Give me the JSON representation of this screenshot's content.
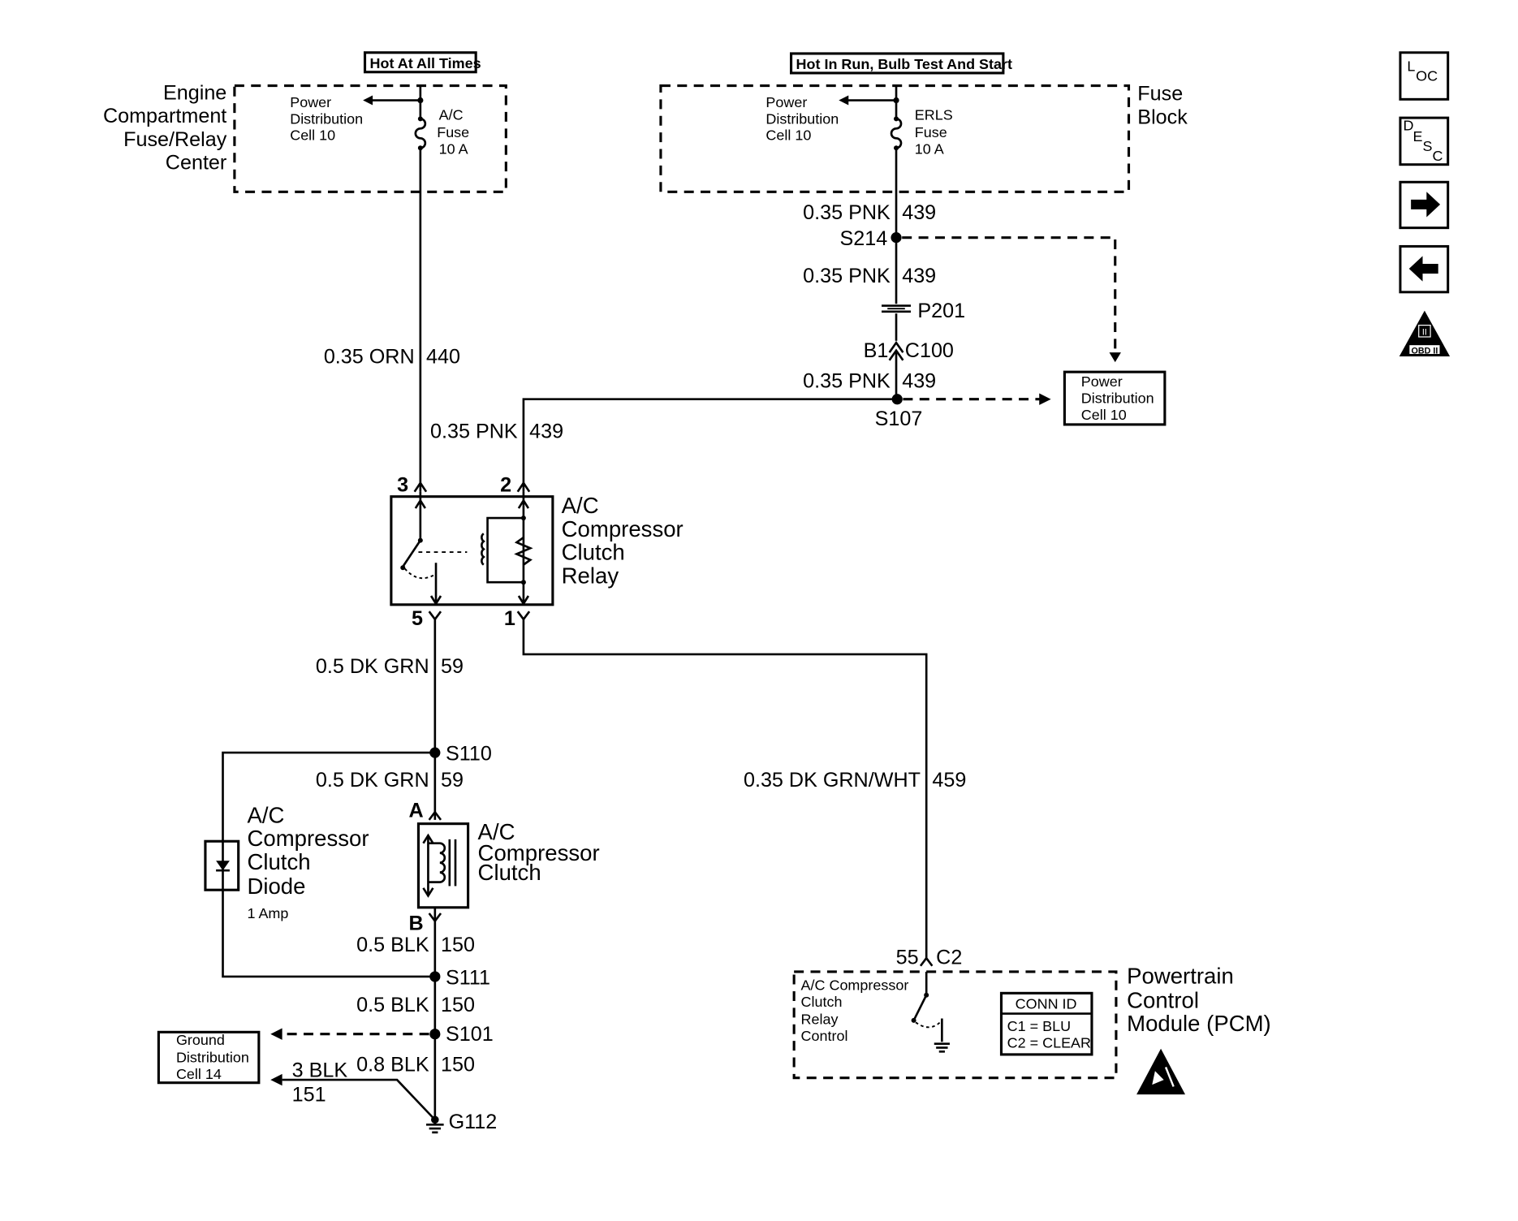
{
  "top_labels": {
    "hot_at_all_times": "Hot At All Times",
    "hot_in_run": "Hot In Run, Bulb Test And Start"
  },
  "engine_compartment": {
    "name_lines": [
      "Engine",
      "Compartment",
      "Fuse/Relay",
      "Center"
    ],
    "power_dist_lines": [
      "Power",
      "Distribution",
      "Cell 10"
    ],
    "fuse_lines": [
      "A/C",
      "Fuse",
      "10 A"
    ]
  },
  "fuse_block": {
    "name_lines": [
      "Fuse",
      "Block"
    ],
    "power_dist_lines": [
      "Power",
      "Distribution",
      "Cell 10"
    ],
    "fuse_lines": [
      "ERLS",
      "Fuse",
      "10 A"
    ]
  },
  "wires": {
    "pnk_439_a": {
      "gauge": "0.35 PNK",
      "circuit": "439"
    },
    "pnk_439_b": {
      "gauge": "0.35 PNK",
      "circuit": "439"
    },
    "pnk_439_c": {
      "gauge": "0.35 PNK",
      "circuit": "439"
    },
    "pnk_439_d": {
      "gauge": "0.35 PNK",
      "circuit": "439"
    },
    "orn_440": {
      "gauge": "0.35 ORN",
      "circuit": "440"
    },
    "dkgrn_59_a": {
      "gauge": "0.5 DK GRN",
      "circuit": "59"
    },
    "dkgrn_59_b": {
      "gauge": "0.5 DK GRN",
      "circuit": "59"
    },
    "dkgrnwht_459": {
      "gauge": "0.35 DK GRN/WHT",
      "circuit": "459"
    },
    "blk_150_a": {
      "gauge": "0.5 BLK",
      "circuit": "150"
    },
    "blk_150_b": {
      "gauge": "0.5 BLK",
      "circuit": "150"
    },
    "blk_150_c": {
      "gauge": "0.8 BLK",
      "circuit": "150"
    },
    "blk_151": {
      "gauge": "3 BLK",
      "circuit": "151"
    }
  },
  "splices": {
    "s214": "S214",
    "s107": "S107",
    "s110": "S110",
    "s111": "S111",
    "s101": "S101",
    "g112": "G112"
  },
  "connectors": {
    "p201": "P201",
    "b1": "B1",
    "c100": "C100",
    "pin_55": "55",
    "c2": "C2",
    "pin_a": "A",
    "pin_b": "B"
  },
  "power_distribution_box": [
    "Power",
    "Distribution",
    "Cell 10"
  ],
  "ground_distribution_box": [
    "Ground",
    "Distribution",
    "Cell 14"
  ],
  "relay": {
    "name_lines": [
      "A/C",
      "Compressor",
      "Clutch",
      "Relay"
    ],
    "pins": {
      "p3": "3",
      "p2": "2",
      "p5": "5",
      "p1": "1"
    }
  },
  "clutch": {
    "name_lines": [
      "A/C",
      "Compressor",
      "Clutch"
    ]
  },
  "diode": {
    "name_lines": [
      "A/C",
      "Compressor",
      "Clutch",
      "Diode"
    ],
    "rating": "1 Amp"
  },
  "pcm": {
    "name_lines": [
      "Powertrain",
      "Control",
      "Module (PCM)"
    ],
    "control_lines": [
      "A/C Compressor",
      "Clutch",
      "Relay",
      "Control"
    ],
    "conn_id": {
      "title": "CONN ID",
      "c1": "C1 = BLU",
      "c2": "C2 = CLEAR"
    }
  },
  "nav_icons": {
    "loc": {
      "main": "L",
      "sub": "OC"
    },
    "desc": {
      "main": "D",
      "sub1": "E",
      "sub2": "S",
      "sub3": "C"
    },
    "obd_label": "OBD II",
    "obd_roman": "II"
  }
}
